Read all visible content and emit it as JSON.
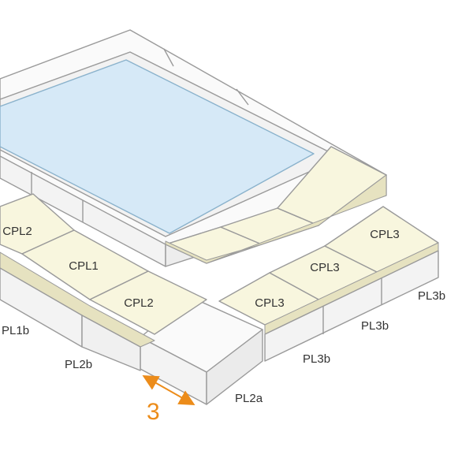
{
  "colors": {
    "water": "#d6e9f7",
    "paver": "#f8f6de",
    "paver_dark": "#e6e2c0",
    "stone_top": "#fafafa",
    "stone_side": "#f0f0f0",
    "edge": "#9a9a9a",
    "text": "#333333",
    "accent": "#ec8c1a"
  },
  "labels": {
    "cpl2_left": "CPL2",
    "cpl1": "CPL1",
    "cpl2_front": "CPL2",
    "cpl3_a": "CPL3",
    "cpl3_b": "CPL3",
    "cpl3_c": "CPL3",
    "pl1b": "PL1b",
    "pl2b": "PL2b",
    "pl2a": "PL2a",
    "pl3b_a": "PL3b",
    "pl3b_b": "PL3b",
    "pl3b_c": "PL3b",
    "dimension": "3"
  }
}
